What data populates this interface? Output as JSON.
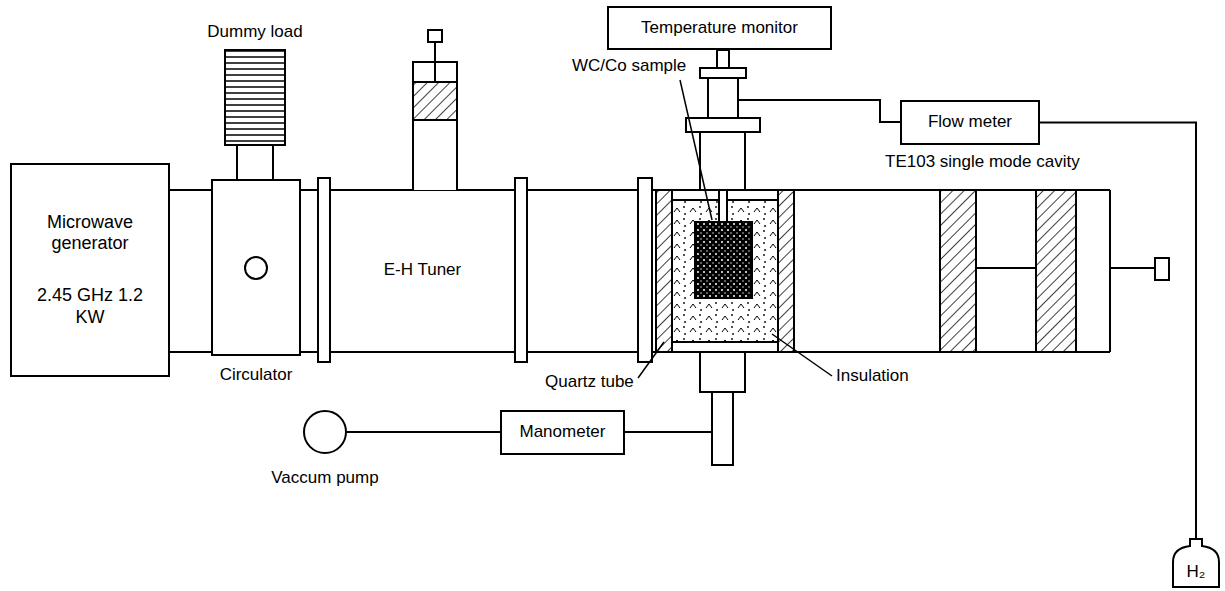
{
  "diagram": {
    "nodes": [
      {
        "text": [
          "Microwave generator",
          "2.45 GHz 1.2 KW"
        ]
      },
      {
        "text": [
          "Dummy load"
        ]
      },
      {
        "text": [
          "Circulator"
        ]
      },
      {
        "text": [
          "E-H Tuner"
        ]
      },
      {
        "text": [
          "Temperature monitor"
        ]
      },
      {
        "text": [
          "Flow meter"
        ]
      },
      {
        "text": [
          "Manometer"
        ]
      },
      {
        "text": [
          "Vaccum pump"
        ]
      },
      {
        "text": [
          "H₂"
        ]
      }
    ],
    "edges": [
      {
        "from": 7,
        "to": 6,
        "arrow": "none"
      },
      {
        "from": 5,
        "to": 8,
        "arrow": "none"
      }
    ],
    "labels": [
      "WC/Co sample",
      "TE103 single mode cavity",
      "Quartz tube",
      "Insulation"
    ]
  }
}
